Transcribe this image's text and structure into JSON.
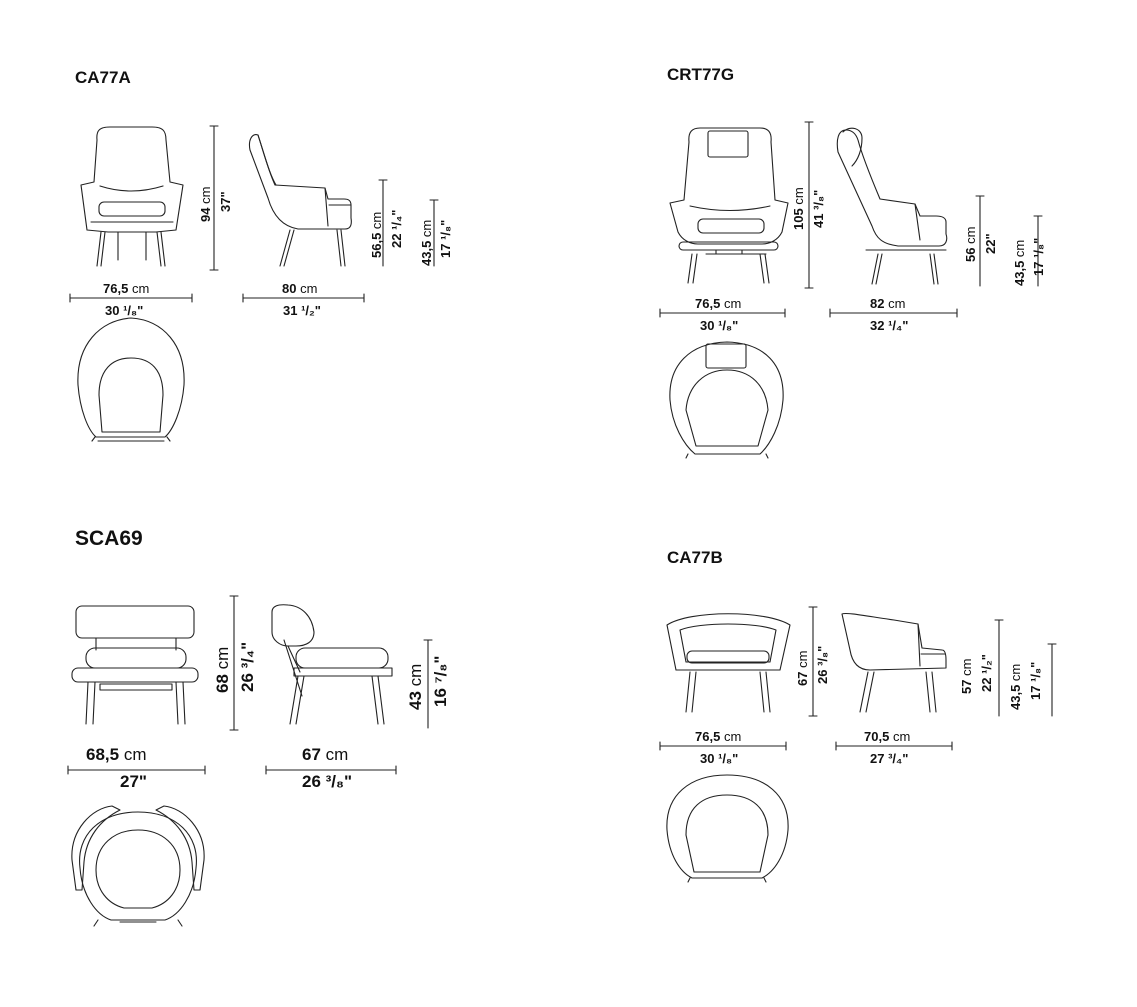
{
  "models": [
    {
      "code": "CA77A",
      "height": {
        "cm": "94",
        "in": "37\""
      },
      "seat_height": {
        "cm": "56,5",
        "in": "22 ¹/₄\""
      },
      "seat_height_low": {
        "cm": "43,5",
        "in": "17 ¹/₈\""
      },
      "width": {
        "cm": "76,5",
        "in": "30 ¹/₈\""
      },
      "depth": {
        "cm": "80",
        "in": "31 ¹/₂\""
      }
    },
    {
      "code": "CRT77G",
      "height": {
        "cm": "105",
        "in": "41 ³/₈\""
      },
      "seat_height": {
        "cm": "56",
        "in": "22\""
      },
      "seat_height_low": {
        "cm": "43,5",
        "in": "17 ¹/₈\""
      },
      "width": {
        "cm": "76,5",
        "in": "30 ¹/₈\""
      },
      "depth": {
        "cm": "82",
        "in": "32 ¹/₄\""
      }
    },
    {
      "code": "SCA69",
      "height": {
        "cm": "68",
        "in": "26 ³/₄\""
      },
      "seat_height": {
        "cm": "43",
        "in": "16 ⁷/₈\""
      },
      "width": {
        "cm": "68,5",
        "in": "27\""
      },
      "depth": {
        "cm": "67",
        "in": "26 ³/₈\""
      }
    },
    {
      "code": "CA77B",
      "height": {
        "cm": "67",
        "in": "26 ³/₈\""
      },
      "seat_height": {
        "cm": "57",
        "in": "22 ¹/₂\""
      },
      "seat_height_low": {
        "cm": "43,5",
        "in": "17 ¹/₈\""
      },
      "width": {
        "cm": "76,5",
        "in": "30 ¹/₈\""
      },
      "depth": {
        "cm": "70,5",
        "in": "27 ³/₄\""
      }
    }
  ],
  "unit_cm": "cm",
  "colors": {
    "ink": "#111111",
    "background": "#ffffff"
  }
}
